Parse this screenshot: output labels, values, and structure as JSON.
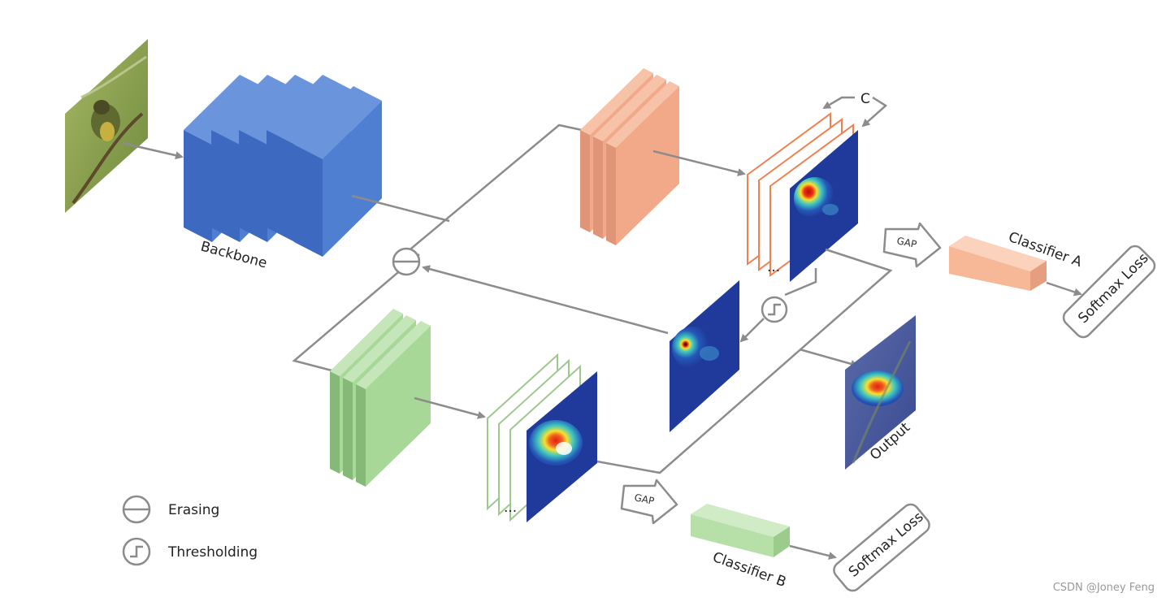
{
  "labels": {
    "backbone": "Backbone",
    "classifier_a": "Classifier A",
    "classifier_b": "Classifier B",
    "softmax_loss_a": "Softmax Loss",
    "softmax_loss_b": "Softmax Loss",
    "gap_a": "GAP",
    "gap_b": "GAP",
    "output": "Output",
    "channels": "C",
    "ellipsis_a": "...",
    "ellipsis_b": "..."
  },
  "legend": {
    "erasing": "Erasing",
    "thresholding": "Thresholding"
  },
  "watermark": "CSDN @Joney Feng",
  "colors": {
    "backbone": "#4a78c8",
    "branch_a": "#f2a98a",
    "branch_b": "#9fd18f",
    "arrow": "#8c8c8c",
    "heatmap_bg": "#1f3a9a"
  }
}
